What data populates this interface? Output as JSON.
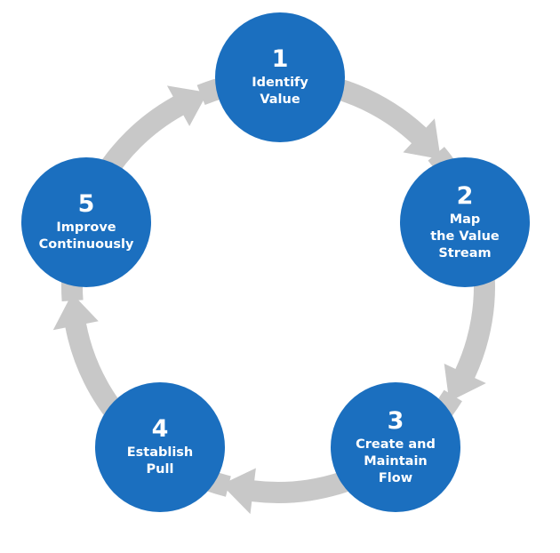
{
  "diagram": {
    "type": "cycle",
    "colors": {
      "node": "#1b6fbf",
      "arrow": "#c8c8c8",
      "text": "#ffffff",
      "background": "#ffffff"
    },
    "steps": [
      {
        "number": "1",
        "label": "Identify\nValue"
      },
      {
        "number": "2",
        "label": "Map\nthe Value\nStream"
      },
      {
        "number": "3",
        "label": "Create and\nMaintain\nFlow"
      },
      {
        "number": "4",
        "label": "Establish\nPull"
      },
      {
        "number": "5",
        "label": "Improve\nContinuously"
      }
    ],
    "flow": [
      {
        "from": "1",
        "to": "2"
      },
      {
        "from": "2",
        "to": "3"
      },
      {
        "from": "3",
        "to": "4"
      },
      {
        "from": "4",
        "to": "5"
      },
      {
        "from": "5",
        "to": "1"
      }
    ]
  }
}
